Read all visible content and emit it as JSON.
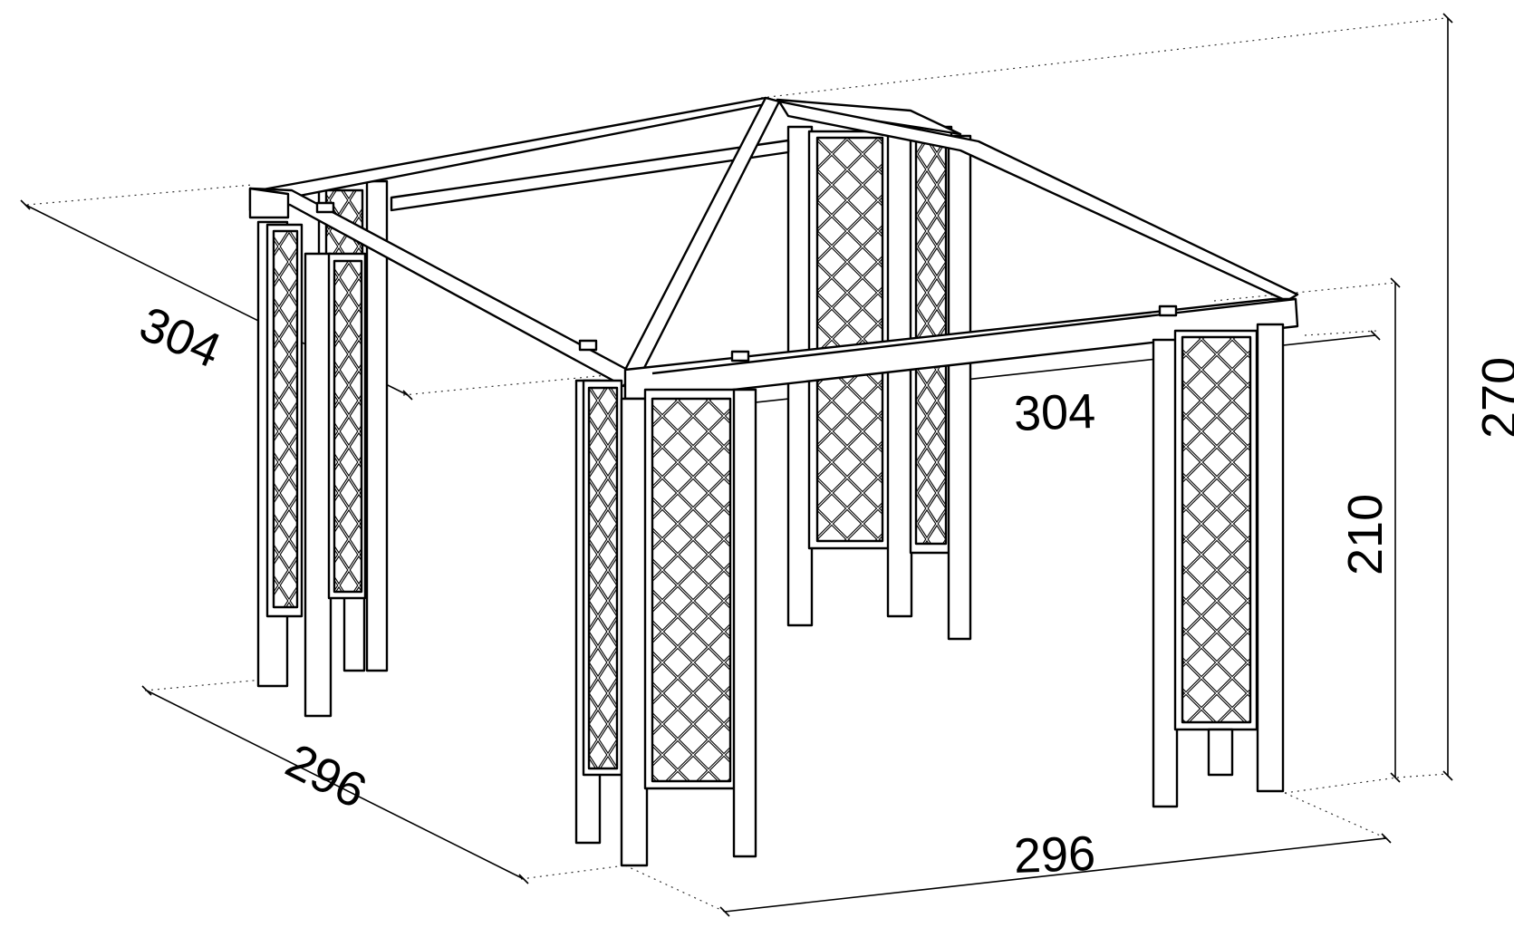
{
  "diagram": {
    "subject": "gazebo",
    "colors": {
      "line": "#000000",
      "fill": "#ffffff",
      "dimension_line": "#333333"
    },
    "dimensions": {
      "depth_top": "304",
      "width_top": "304",
      "depth_bottom": "296",
      "width_bottom": "296",
      "height_posts": "210",
      "height_total": "270"
    }
  }
}
